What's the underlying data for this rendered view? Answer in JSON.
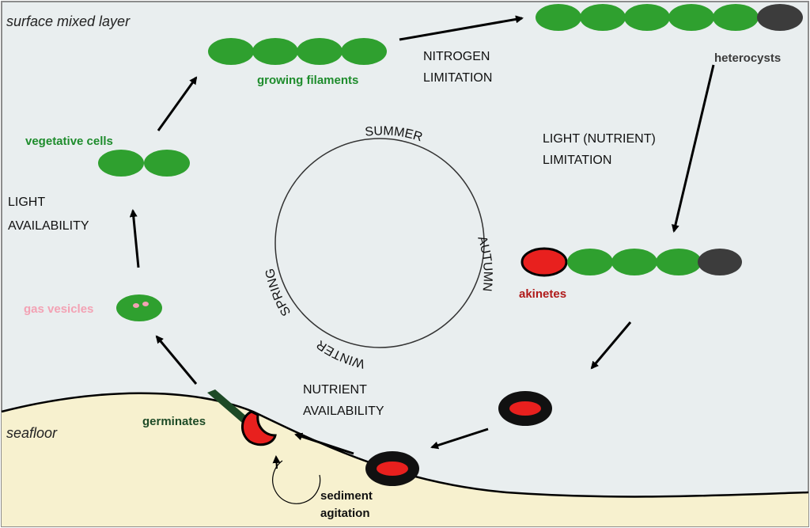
{
  "zones": {
    "surface": "surface mixed layer",
    "seafloor": "seafloor"
  },
  "seasons": {
    "summer": "SUMMER",
    "autumn": "AUTUMN",
    "winter": "WINTER",
    "spring": "SPRING"
  },
  "stages": {
    "growing_filaments": "growing filaments",
    "heterocysts": "heterocysts",
    "akinetes": "akinetes",
    "germinates": "germinates",
    "gas_vesicles": "gas vesicles",
    "vegetative_cells": "vegetative cells"
  },
  "conditions": {
    "nitrogen_1": "NITROGEN",
    "nitrogen_2": "LIMITATION",
    "light_nutrient_1": "LIGHT (NUTRIENT)",
    "light_nutrient_2": "LIMITATION",
    "nutrient_1": "NUTRIENT",
    "nutrient_2": "AVAILABILITY",
    "light_1": "LIGHT",
    "light_2": "AVAILABILITY",
    "sediment_1": "sediment",
    "sediment_2": "agitation"
  },
  "colors": {
    "water": "#e9eeef",
    "seafloor": "#f7f1cf",
    "cell_green": "#2fa02f",
    "heterocyst": "#3c3c3c",
    "akinete_red": "#e8201e",
    "label_green": "#1e8c2c",
    "label_red": "#b01a1a",
    "label_pink": "#f3a2b4"
  }
}
